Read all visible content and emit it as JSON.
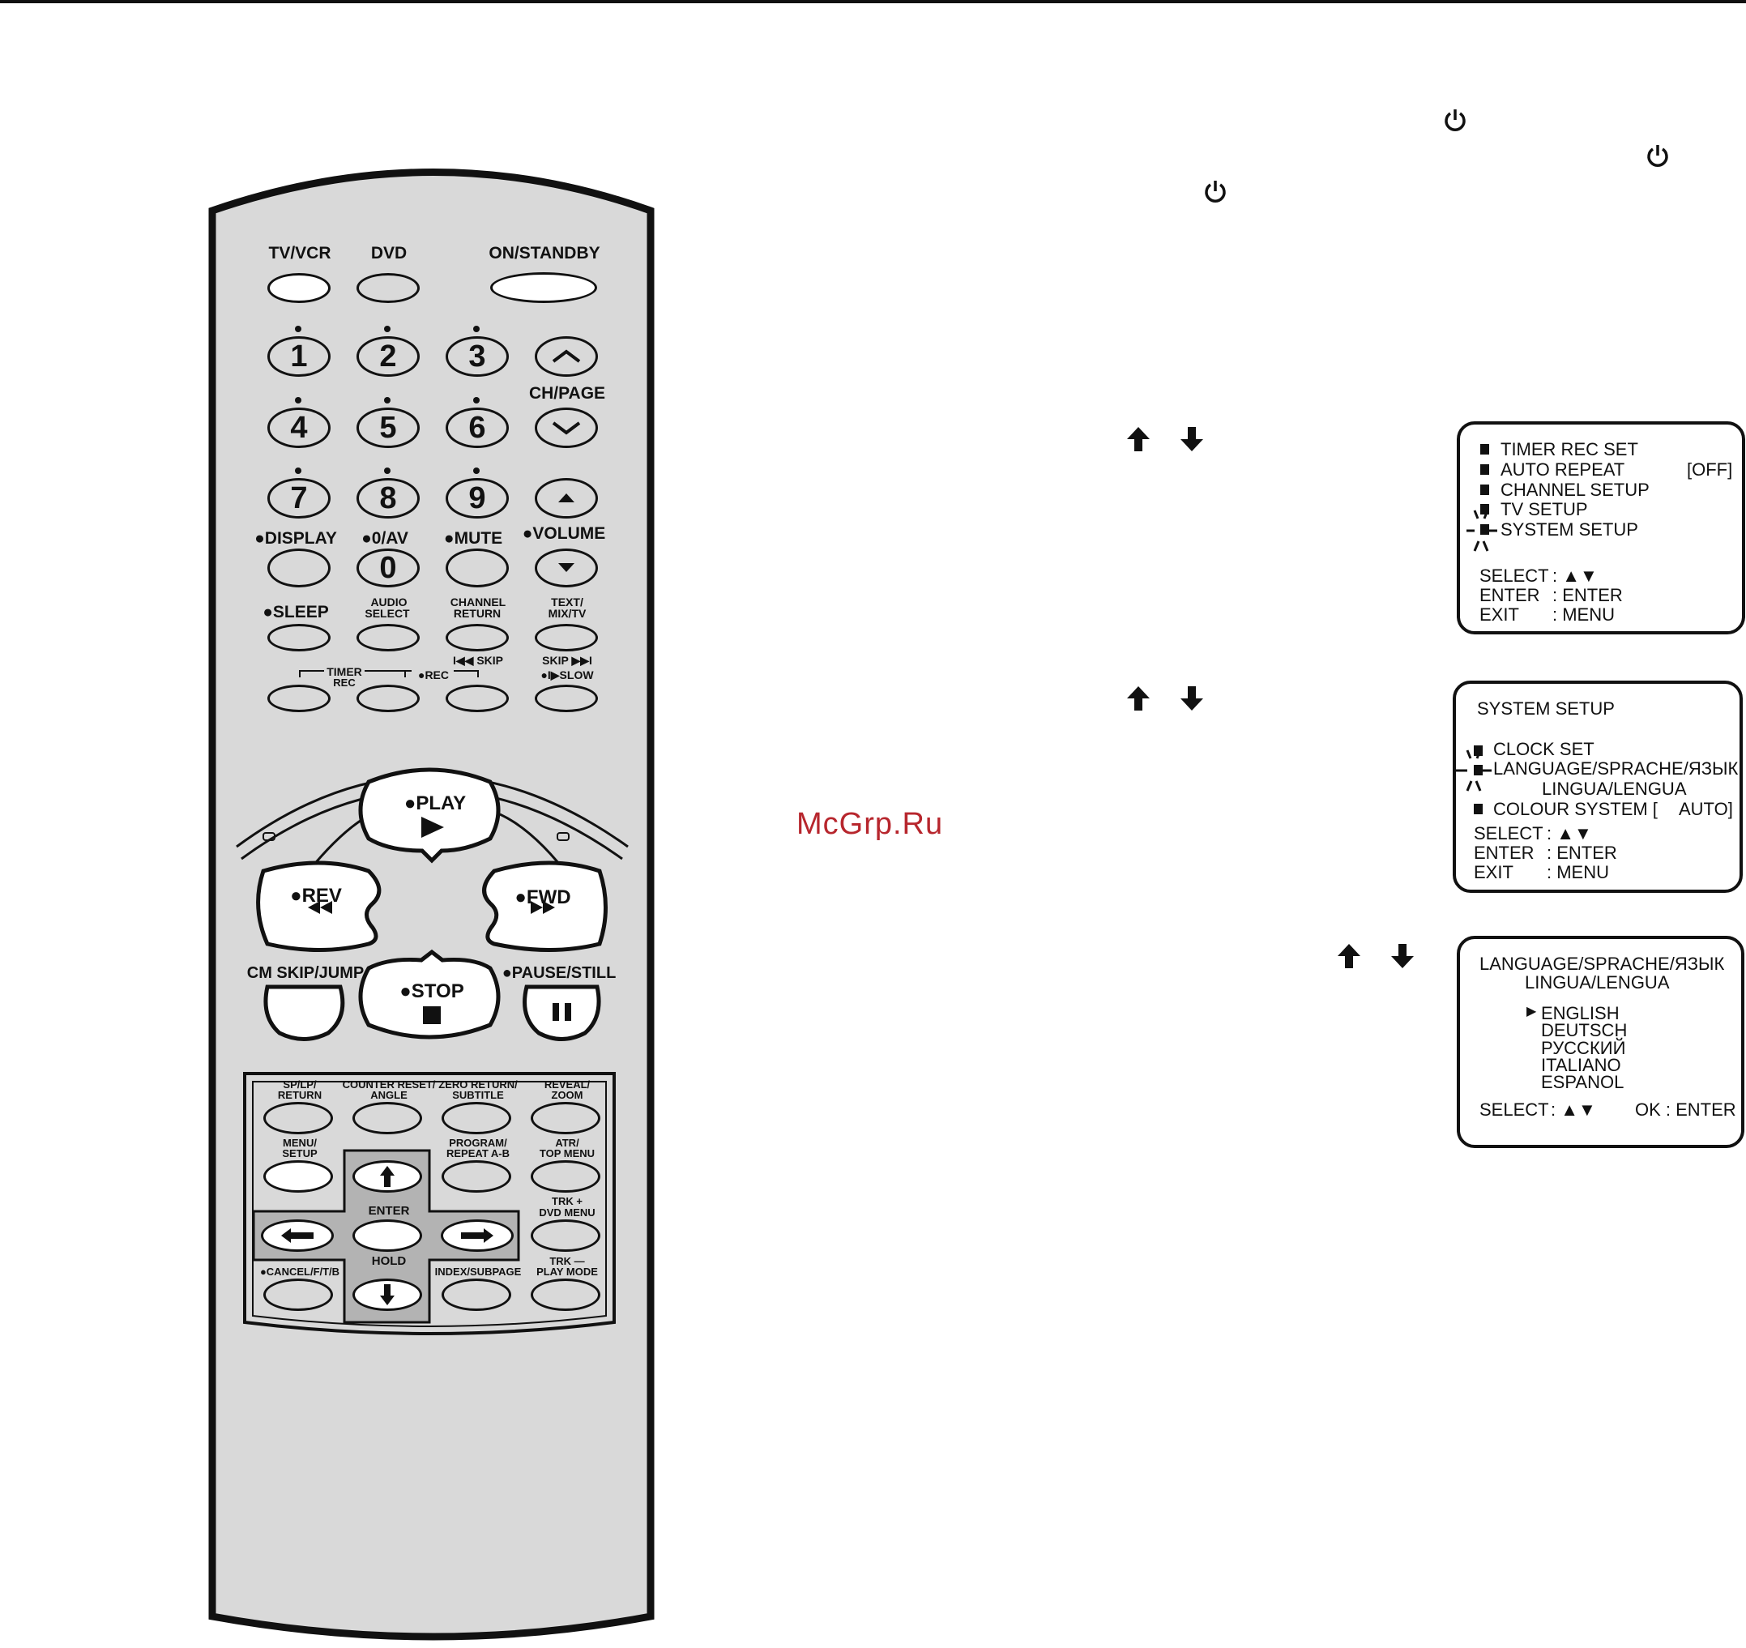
{
  "watermark": "McGrp.Ru",
  "remote": {
    "top_row": {
      "tv_vcr": "TV/VCR",
      "dvd": "DVD",
      "on_standby": "ON/STANDBY"
    },
    "numbers": [
      "1",
      "2",
      "3",
      "4",
      "5",
      "6",
      "7",
      "8",
      "9",
      "0"
    ],
    "ch_page": "CH/PAGE",
    "display": "●DISPLAY",
    "zero_av": "●0/AV",
    "mute": "●MUTE",
    "volume": "●VOLUME",
    "sleep": "●SLEEP",
    "audio_select_1": "AUDIO",
    "audio_select_2": "SELECT",
    "channel_return_1": "CHANNEL",
    "channel_return_2": "RETURN",
    "text_mix_1": "TEXT/",
    "text_mix_2": "MIX/TV",
    "skip_back": "I◀◀ SKIP",
    "skip_fwd": "SKIP ▶▶I",
    "slow": "●I▶SLOW",
    "timer": "TIMER",
    "timer_rec": "REC",
    "rec": "●REC",
    "play": "●PLAY",
    "rev": "●REV",
    "fwd": "●FWD",
    "stop": "●STOP",
    "cm_skip": "CM SKIP/JUMP",
    "pause_still": "●PAUSE/STILL",
    "sp_lp_1": "SP/LP/",
    "sp_lp_2": "RETURN",
    "counter_reset_1": "COUNTER RESET/",
    "counter_reset_2": "ANGLE",
    "zero_return_1": "ZERO RETURN/",
    "zero_return_2": "SUBTITLE",
    "reveal_1": "REVEAL/",
    "reveal_2": "ZOOM",
    "menu_setup_1": "MENU/",
    "menu_setup_2": "SETUP",
    "program_1": "PROGRAM/",
    "program_2": "REPEAT A-B",
    "atr_1": "ATR/",
    "atr_2": "TOP MENU",
    "enter": "ENTER",
    "hold": "HOLD",
    "trk_plus_1": "TRK +",
    "trk_plus_2": "DVD MENU",
    "cancel": "●CANCEL/F/T/B",
    "index": "INDEX/SUBPAGE",
    "trk_minus_1": "TRK —",
    "trk_minus_2": "PLAY MODE"
  },
  "menu1": {
    "items": [
      "TIMER REC SET",
      "AUTO REPEAT",
      "CHANNEL SETUP",
      "TV SETUP",
      "SYSTEM SETUP"
    ],
    "auto_repeat_value": "[OFF]",
    "select": "SELECT",
    "select_val": ": ▲▼",
    "enter": "ENTER",
    "enter_val": ": ENTER",
    "exit": "EXIT",
    "exit_val": ": MENU"
  },
  "menu2": {
    "title": "SYSTEM SETUP",
    "items": [
      "CLOCK SET",
      "LANGUAGE/SPRACHE/ЯЗЫК",
      "LINGUA/LENGUA",
      "COLOUR SYSTEM [",
      "AUTO]"
    ],
    "select": "SELECT",
    "select_val": ": ▲▼",
    "enter": "ENTER",
    "enter_val": ": ENTER",
    "exit": "EXIT",
    "exit_val": ": MENU"
  },
  "menu3": {
    "title_1": "LANGUAGE/SPRACHE/ЯЗЫК",
    "title_2": "LINGUA/LENGUA",
    "cursor": "▶",
    "languages": [
      "ENGLISH",
      "DEUTSCH",
      "РУССКИЙ",
      "ITALIANO",
      "ESPANOL"
    ],
    "select": "SELECT",
    "select_val": ": ▲▼",
    "ok": "OK : ENTER"
  },
  "icons": {
    "power": "power-icon",
    "up": "up-arrow-icon",
    "down": "down-arrow-icon"
  }
}
